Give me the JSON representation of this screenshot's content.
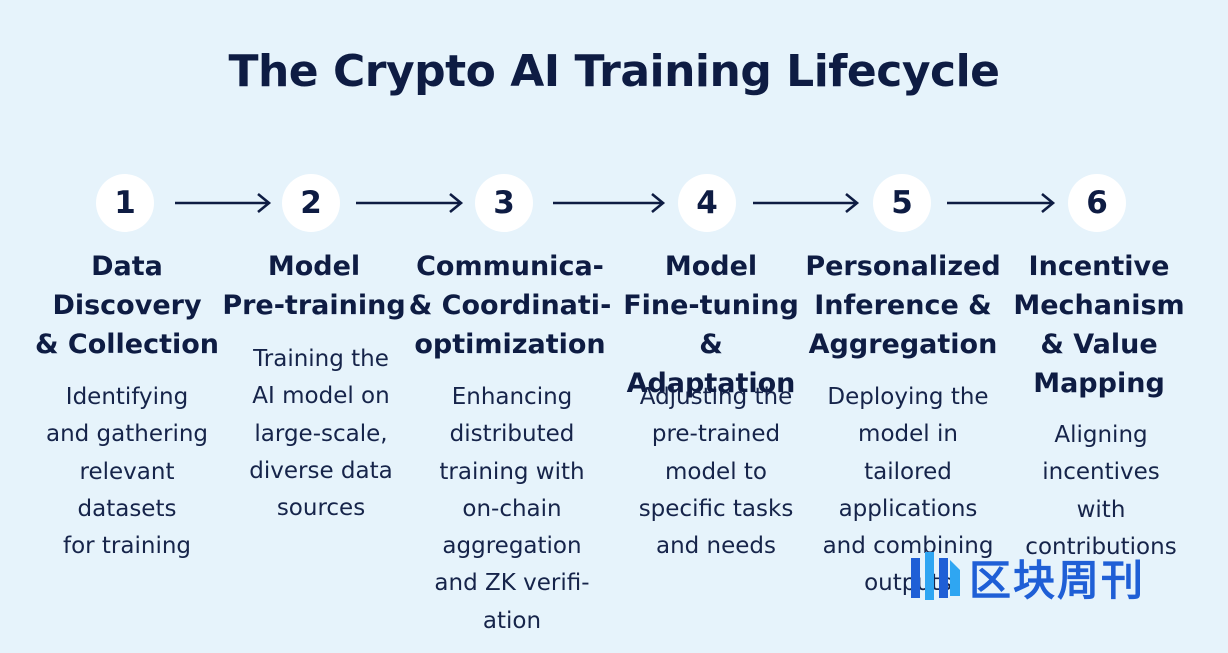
{
  "title": "The Crypto AI Training Lifecycle",
  "stages": [
    {
      "number": "1",
      "title": "Data\nDiscovery\n& Collection",
      "description": "Identifying\nand gathering\nrelevant\ndatasets\nfor training"
    },
    {
      "number": "2",
      "title": "Model\nPre-training",
      "description": "Training the\nAI model on\nlarge-scale,\ndiverse data\nsources"
    },
    {
      "number": "3",
      "title": "Communica-\n& Coordinati-\noptimization",
      "description": "Enhancing\ndistributed\ntraining with\non-chain\naggregation\nand ZK verifi-\nation"
    },
    {
      "number": "4",
      "title": "Model\nFine-tuning\n& Adaptation",
      "description": "Adjusting the\npre-trained\nmodel to\nspecific tasks\nand needs"
    },
    {
      "number": "5",
      "title": "Personalized\nInference &\nAggregation",
      "description": "Deploying the\nmodel in\ntailored\napplications\nand combining\noutputs"
    },
    {
      "number": "6",
      "title": "Incentive\nMechanism\n& Value\nMapping",
      "description": "Aligning\nincentives\nwith\ncontributions"
    }
  ],
  "watermark": {
    "text": "区块周刊",
    "logo": "blocks-weekly-logo"
  },
  "colors": {
    "background": "#e6f3fb",
    "text": "#0e1c43",
    "circle": "#ffffff",
    "watermark": "#1f5fd6"
  }
}
